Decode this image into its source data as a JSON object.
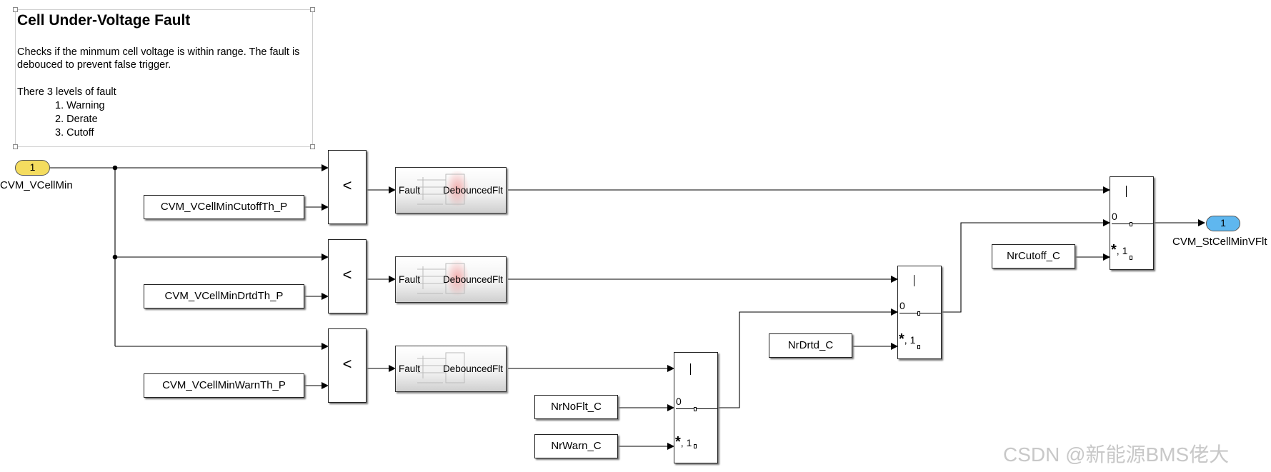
{
  "annotation": {
    "title": "Cell Under-Voltage Fault",
    "description": "Checks if the minmum cell voltage is within range. The fault is debouced to prevent false trigger.",
    "levels_title": "There 3 levels of fault",
    "levels": [
      "1. Warning",
      "2. Derate",
      "3. Cutoff"
    ]
  },
  "inport": {
    "number": "1",
    "name": "CVM_VCellMin"
  },
  "outport": {
    "number": "1",
    "name": "CVM_StCellMinVFlt"
  },
  "thresholds": {
    "cutoff": "CVM_VCellMinCutoffTh_P",
    "derate": "CVM_VCellMinDrtdTh_P",
    "warn": "CVM_VCellMinWarnTh_P"
  },
  "relational_operator": "<",
  "debounce": {
    "input_port": "Fault",
    "output_port": "DebouncedFlt"
  },
  "constants": {
    "cutoff": "NrCutoff_C",
    "derate": "NrDrtd_C",
    "nofault": "NrNoFlt_C",
    "warn": "NrWarn_C"
  },
  "switch": {
    "port_false": "0",
    "port_true_symbol": "*",
    "port_true_suffix": ", 1"
  },
  "watermark": "CSDN @新能源BMS佬大"
}
